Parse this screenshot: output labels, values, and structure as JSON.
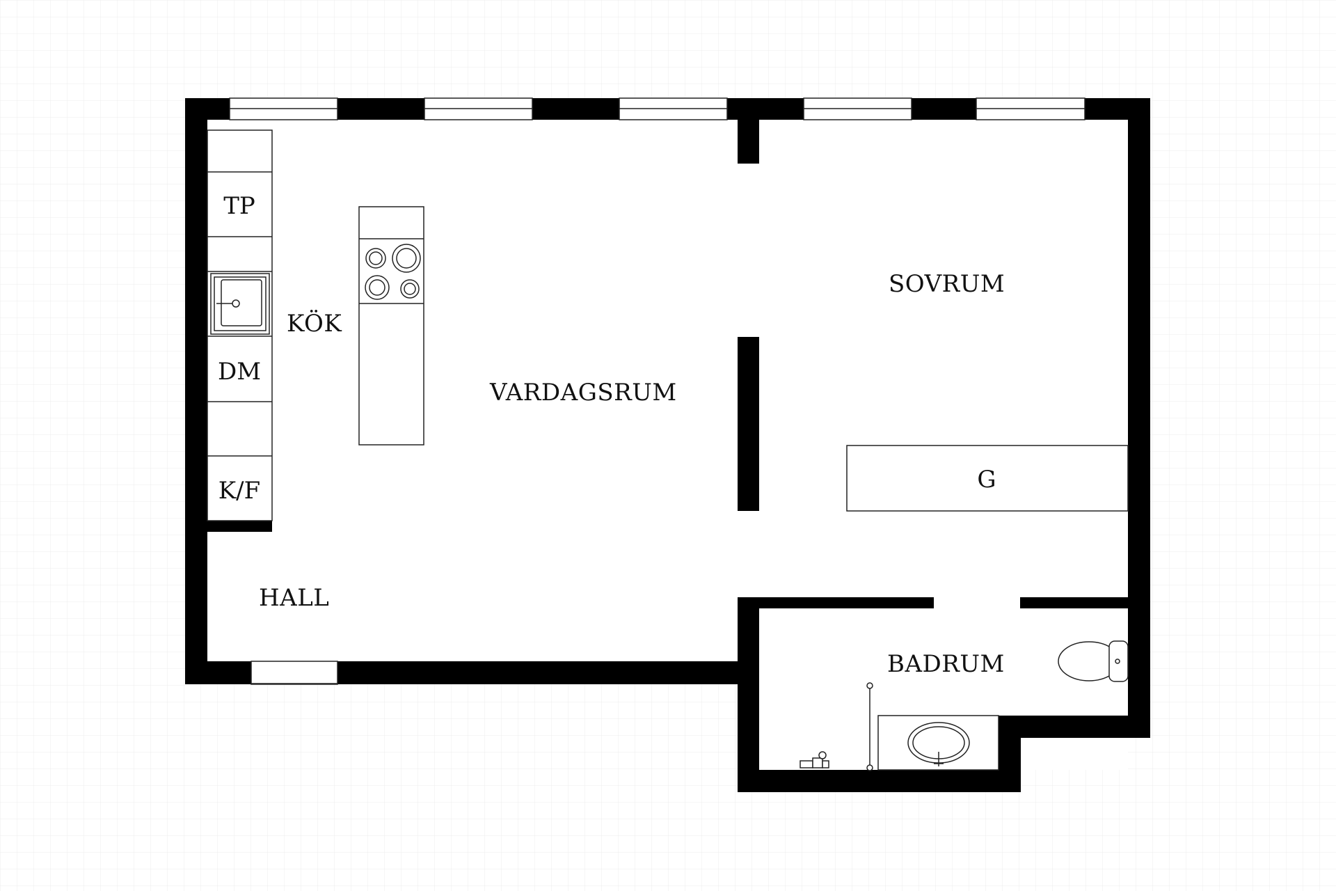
{
  "rooms": {
    "kok": "KÖK",
    "vardagsrum": "VARDAGSRUM",
    "sovrum": "SOVRUM",
    "hall": "HALL",
    "badrum": "BADRUM"
  },
  "fixtures": {
    "tp": "TP",
    "dm": "DM",
    "kf": "K/F",
    "g": "G"
  },
  "colors": {
    "wall": "#000000",
    "grid": "#eeeeee",
    "background": "#ffffff",
    "line": "#222222"
  }
}
